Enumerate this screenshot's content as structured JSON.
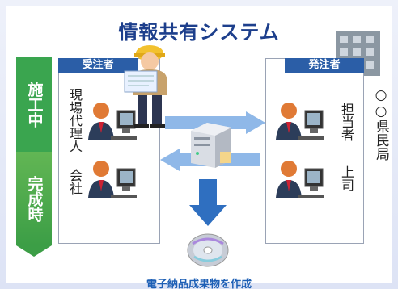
{
  "title": "情報共有システム",
  "stages": [
    "施工中",
    "完成時"
  ],
  "contractor": {
    "heading": "受注者",
    "roles": [
      "現場代理人",
      "会社"
    ]
  },
  "orderer": {
    "heading": "発注者",
    "roles": [
      "担当者",
      "上司"
    ],
    "org": "○○県民局"
  },
  "footer": "電子納品成果物を作成",
  "colors": {
    "title": "#1d3f8c",
    "stage": "#3aa54f",
    "panel_head": "#2b5ea7",
    "arrow": "#2f6fc0",
    "flow": "#8fb8e8"
  }
}
